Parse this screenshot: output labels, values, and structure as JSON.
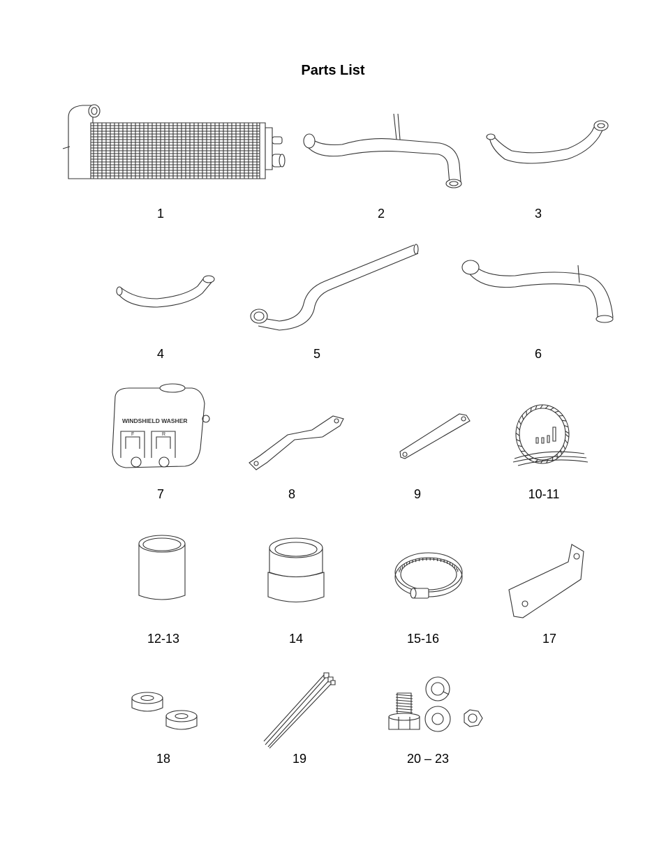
{
  "title": "Parts List",
  "parts": [
    {
      "label": "1"
    },
    {
      "label": "2"
    },
    {
      "label": "3"
    },
    {
      "label": "4"
    },
    {
      "label": "5"
    },
    {
      "label": "6"
    },
    {
      "label": "7"
    },
    {
      "label": "8"
    },
    {
      "label": "9"
    },
    {
      "label": "10-11"
    },
    {
      "label": "12-13"
    },
    {
      "label": "14"
    },
    {
      "label": "15-16"
    },
    {
      "label": "17"
    },
    {
      "label": "18"
    },
    {
      "label": "19"
    },
    {
      "label": "20 – 23"
    }
  ],
  "washer_text": {
    "brand": "WINDSHIELD WASHER",
    "front": "F",
    "rear": "R"
  }
}
